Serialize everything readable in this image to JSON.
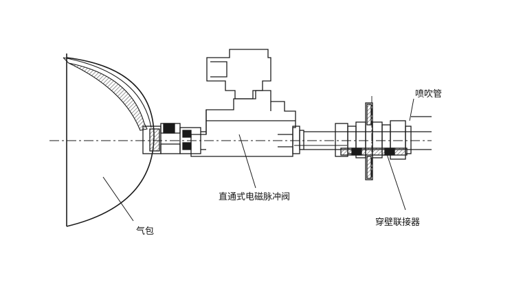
{
  "labels": {
    "blow_pipe": "喷吹管",
    "pulse_valve": "直通式电磁脉冲阀",
    "air_tank": "气包",
    "wall_connector": "穿壁联接器"
  },
  "colors": {
    "line": "#1a1a1a",
    "background": "#ffffff",
    "hatch": "#555555"
  }
}
